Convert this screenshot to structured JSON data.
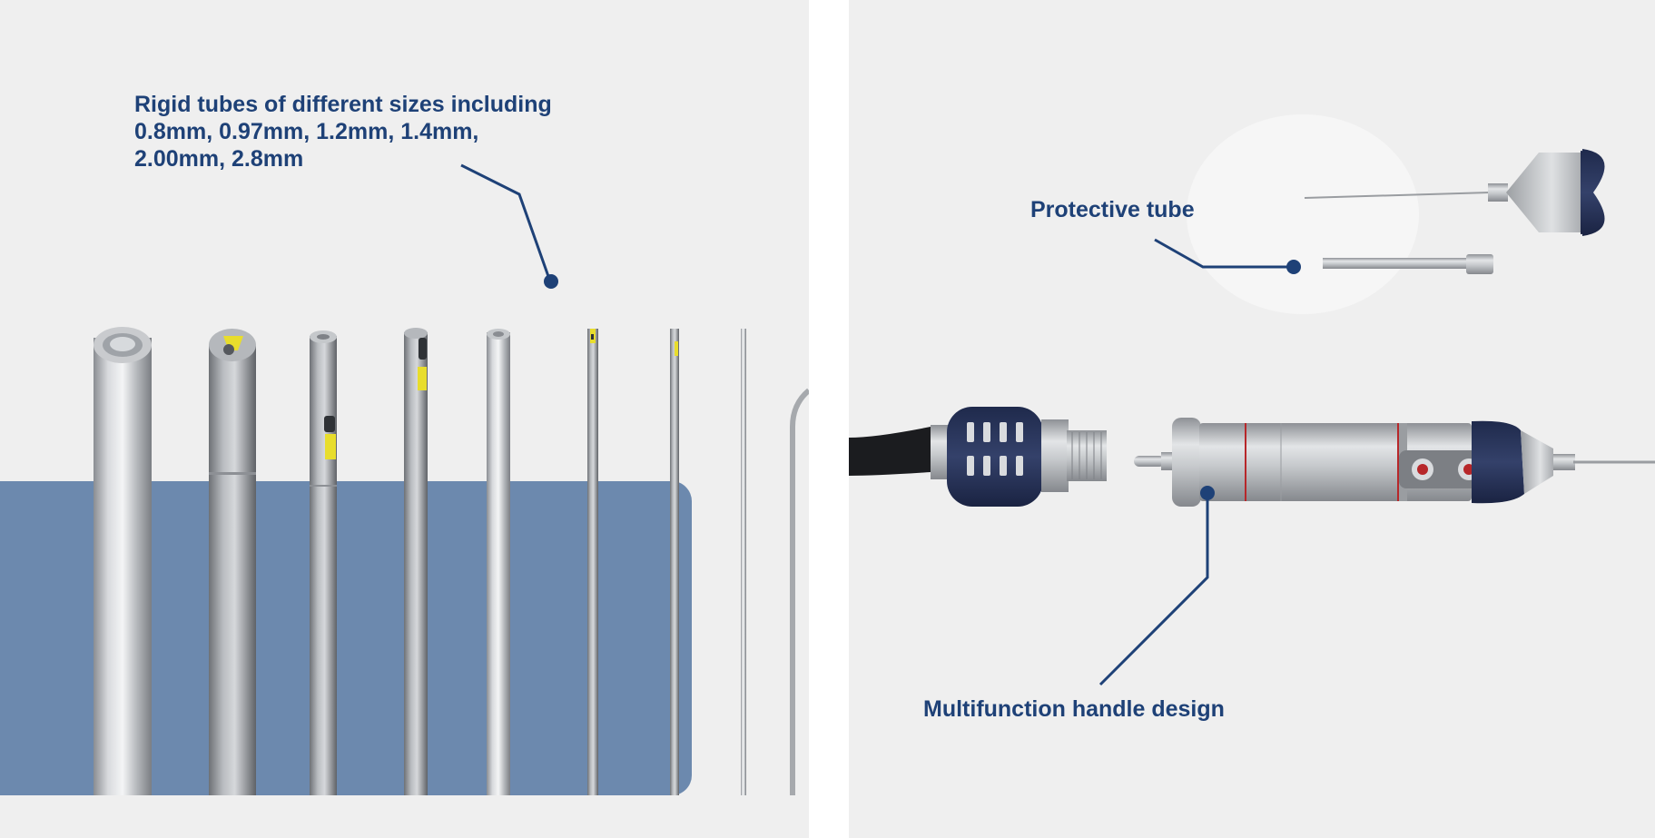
{
  "tubes_panel": {
    "caption_line1": "Rigid tubes of different sizes including",
    "caption_line2": "0.8mm, 0.97mm, 1.2mm, 1.4mm,",
    "caption_line3": "2.00mm, 2.8mm"
  },
  "handle_panel": {
    "protective_tube_label": "Protective tube",
    "handle_label": "Multifunction handle design"
  },
  "colors": {
    "label_text": "#1e4177",
    "callout_line": "#1e4177",
    "band": "#6c89ae",
    "background": "#efefef",
    "accent_yellow": "#e8dd2c",
    "handle_navy": "#27345a"
  }
}
